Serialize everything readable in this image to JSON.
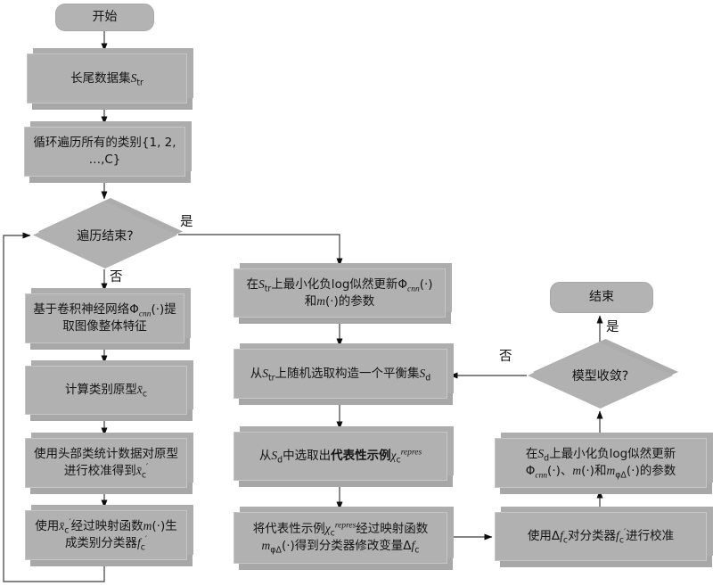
{
  "colors": {
    "background": "#ffffff",
    "node_fill": "#b1b1b1",
    "node_shadow": "#a7a7a7",
    "text": "#141414",
    "connector": "#3c3c3c",
    "arrowhead": "#0d0d0d"
  },
  "nodes": {
    "start": {
      "type": "terminal",
      "label": "开始"
    },
    "dataset": {
      "type": "process",
      "parts": [
        {
          "t": "长尾数据集"
        },
        {
          "t": "S",
          "i": true
        },
        {
          "t": "tr",
          "sub": true
        }
      ]
    },
    "loop_classes": {
      "type": "process",
      "parts": [
        {
          "t": "循环遍历所有的类别{1, 2, …,C}"
        }
      ]
    },
    "traversal_done": {
      "type": "decision",
      "label": "遍历结束?"
    },
    "cnn_extract": {
      "type": "process",
      "parts": [
        {
          "t": "基于卷积神经网络"
        },
        {
          "t": "Φ"
        },
        {
          "t": "cnn",
          "sub": true,
          "i": true
        },
        {
          "t": "(·)"
        },
        {
          "t": "提取图像整体特征"
        }
      ]
    },
    "compute_prototype": {
      "type": "process",
      "parts": [
        {
          "t": "计算类别原型"
        },
        {
          "t": "x̄",
          "i": true
        },
        {
          "t": "c",
          "sub": true
        }
      ]
    },
    "calibrate_prototype": {
      "type": "process",
      "parts": [
        {
          "t": "使用头部类统计数据对原型进行校准得到"
        },
        {
          "t": "x̄",
          "i": true
        },
        {
          "t": "c",
          "sub": true
        },
        {
          "t": "′",
          "sup": true
        }
      ]
    },
    "generate_classifier": {
      "type": "process",
      "parts": [
        {
          "t": "使用"
        },
        {
          "t": "x̄",
          "i": true
        },
        {
          "t": "c",
          "sub": true
        },
        {
          "t": "′",
          "sup": true
        },
        {
          "t": "经过映射函数"
        },
        {
          "t": "m",
          "i": true
        },
        {
          "t": "(·)"
        },
        {
          "t": "生成类别分类器"
        },
        {
          "t": "f",
          "i": true
        },
        {
          "t": "c",
          "sub": true
        },
        {
          "t": "′",
          "sup": true
        }
      ]
    },
    "minimize_str": {
      "type": "process",
      "parts": [
        {
          "t": "在"
        },
        {
          "t": "S",
          "i": true
        },
        {
          "t": "tr",
          "sub": true
        },
        {
          "t": "上最小化负log似然更新"
        },
        {
          "t": "Φ"
        },
        {
          "t": "cnn",
          "sub": true,
          "i": true
        },
        {
          "t": "(·)和"
        },
        {
          "t": "m",
          "i": true
        },
        {
          "t": "(·)的参数"
        }
      ]
    },
    "balanced_set": {
      "type": "process",
      "parts": [
        {
          "t": "从"
        },
        {
          "t": "S",
          "i": true
        },
        {
          "t": "tr",
          "sub": true
        },
        {
          "t": "上随机选取构造一个平衡集"
        },
        {
          "t": "S",
          "i": true
        },
        {
          "t": "d",
          "sub": true
        }
      ]
    },
    "select_repres": {
      "type": "process",
      "parts": [
        {
          "t": "从"
        },
        {
          "t": "S",
          "i": true
        },
        {
          "t": "d",
          "sub": true
        },
        {
          "t": "中选取出"
        },
        {
          "t": "代表性示例",
          "b": true
        },
        {
          "t": "χ",
          "i": true
        },
        {
          "t": "c",
          "sub": true
        },
        {
          "t": "repres",
          "sup": true,
          "i": true
        }
      ]
    },
    "mapping_delta": {
      "type": "process",
      "parts": [
        {
          "t": "将代表性示例"
        },
        {
          "t": "χ",
          "i": true
        },
        {
          "t": "c",
          "sub": true
        },
        {
          "t": "repres",
          "sup": true,
          "i": true
        },
        {
          "t": "经过映射函数"
        },
        {
          "t": "m",
          "i": true
        },
        {
          "t": "φΔ",
          "sub": true
        },
        {
          "t": "(·)得到分类器修改变量Δ"
        },
        {
          "t": "f",
          "i": true
        },
        {
          "t": "c",
          "sub": true
        }
      ]
    },
    "end": {
      "type": "terminal",
      "label": "结束"
    },
    "model_converged": {
      "type": "decision",
      "label": "模型收敛?"
    },
    "minimize_sd": {
      "type": "process",
      "parts": [
        {
          "t": "在"
        },
        {
          "t": "S",
          "i": true
        },
        {
          "t": "d",
          "sub": true
        },
        {
          "t": "上最小化负log似然更新 "
        },
        {
          "t": "Φ"
        },
        {
          "t": "cnn",
          "sub": true,
          "i": true
        },
        {
          "t": "(·)、"
        },
        {
          "t": "m",
          "i": true
        },
        {
          "t": "(·)和"
        },
        {
          "t": "m",
          "i": true
        },
        {
          "t": "φΔ",
          "sub": true
        },
        {
          "t": "(·)的参数"
        }
      ]
    },
    "calibrate_classifier": {
      "type": "process",
      "parts": [
        {
          "t": "使用Δ"
        },
        {
          "t": "f",
          "i": true
        },
        {
          "t": "c",
          "sub": true
        },
        {
          "t": "对分类器"
        },
        {
          "t": "f",
          "i": true
        },
        {
          "t": "c",
          "sub": true
        },
        {
          "t": "′",
          "sup": true
        },
        {
          "t": "进行校准"
        }
      ]
    }
  },
  "edges": [
    {
      "from": "start",
      "to": "dataset",
      "label": ""
    },
    {
      "from": "dataset",
      "to": "loop_classes",
      "label": ""
    },
    {
      "from": "loop_classes",
      "to": "traversal_done",
      "label": ""
    },
    {
      "from": "traversal_done",
      "to": "minimize_str",
      "label": "是"
    },
    {
      "from": "traversal_done",
      "to": "cnn_extract",
      "label": "否"
    },
    {
      "from": "cnn_extract",
      "to": "compute_prototype",
      "label": ""
    },
    {
      "from": "compute_prototype",
      "to": "calibrate_prototype",
      "label": ""
    },
    {
      "from": "calibrate_prototype",
      "to": "generate_classifier",
      "label": ""
    },
    {
      "from": "generate_classifier",
      "to": "traversal_done",
      "label": ""
    },
    {
      "from": "minimize_str",
      "to": "balanced_set",
      "label": ""
    },
    {
      "from": "balanced_set",
      "to": "select_repres",
      "label": ""
    },
    {
      "from": "select_repres",
      "to": "mapping_delta",
      "label": ""
    },
    {
      "from": "mapping_delta",
      "to": "calibrate_classifier",
      "label": ""
    },
    {
      "from": "calibrate_classifier",
      "to": "minimize_sd",
      "label": ""
    },
    {
      "from": "minimize_sd",
      "to": "model_converged",
      "label": ""
    },
    {
      "from": "model_converged",
      "to": "end",
      "label": "是"
    },
    {
      "from": "model_converged",
      "to": "balanced_set",
      "label": "否"
    }
  ]
}
